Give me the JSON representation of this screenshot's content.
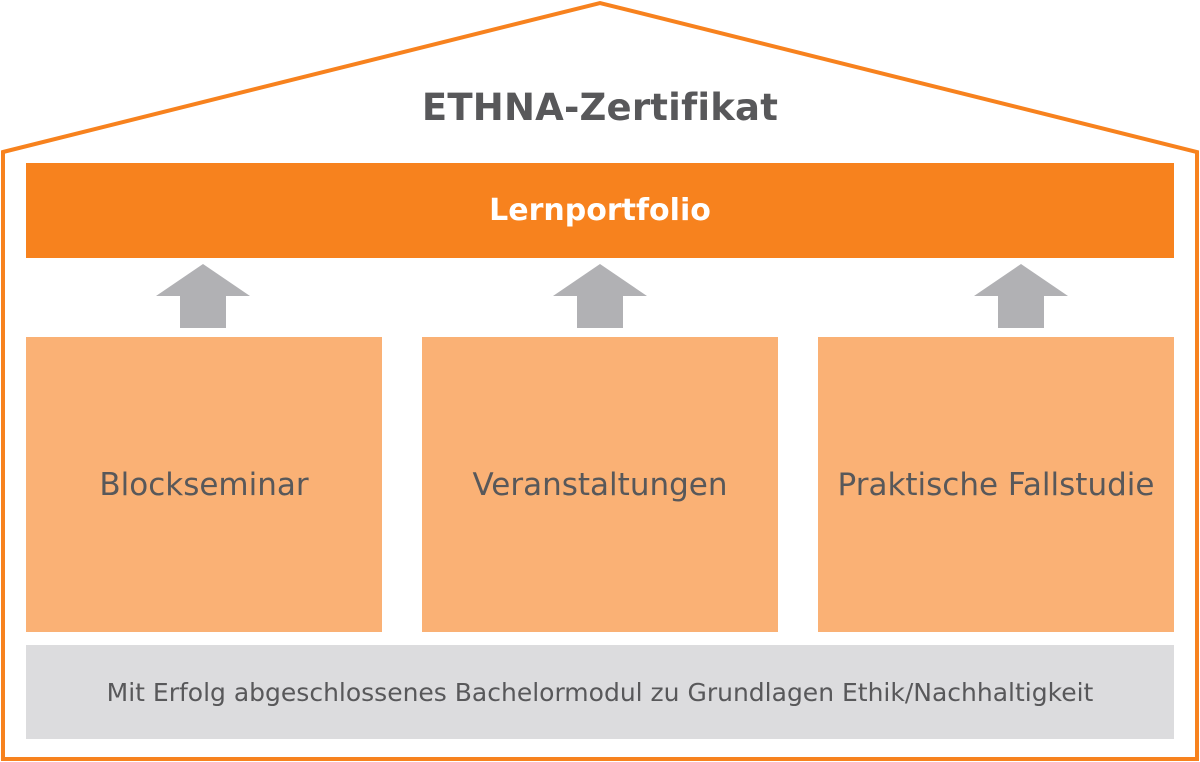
{
  "colors": {
    "outline": "#f7821e",
    "beam": "#f7821e",
    "pillar": "#fab175",
    "foundation": "#dcdcde",
    "arrow": "#b1b1b4",
    "text": "#58585a",
    "beam_text": "#ffffff"
  },
  "house": {
    "title": "ETHNA-Zertifikat",
    "beam_label": "Lernportfolio",
    "pillars": [
      {
        "label": "Blockseminar"
      },
      {
        "label": "Veranstaltungen"
      },
      {
        "label": "Praktische Fallstudie"
      }
    ],
    "foundation_label": "Mit Erfolg abgeschlossenes Bachelormodul zu Grundlagen Ethik/Nachhaltigkeit"
  }
}
